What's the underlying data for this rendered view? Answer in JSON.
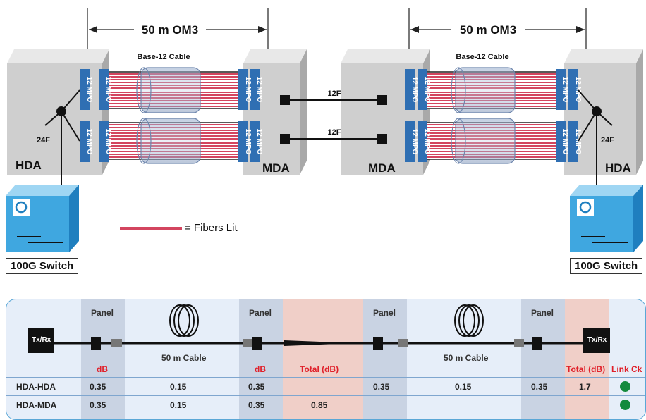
{
  "top_diagram": {
    "left_run": {
      "span_label": "50 m OM3",
      "cable_label": "Base-12 Cable"
    },
    "right_run": {
      "span_label": "50 m OM3",
      "cable_label": "Base-12 Cable"
    },
    "left_end": {
      "area": "HDA",
      "fiber_count": "24F",
      "switch": "100G Switch"
    },
    "left_mid": {
      "area": "MDA"
    },
    "right_mid": {
      "area": "MDA"
    },
    "right_end": {
      "area": "HDA",
      "fiber_count": "24F",
      "switch": "100G Switch"
    },
    "mpo_label": "12 MPO",
    "patch_labels": [
      "12F",
      "12F"
    ],
    "legend": "= Fibers Lit",
    "colors": {
      "lit_fiber": "#d3455f",
      "mpo": "#2f6fb3",
      "cabinet": "#cfcfcf"
    }
  },
  "loss_table": {
    "header": {
      "txrx": "Tx/Rx",
      "panel": "Panel",
      "cable": "50 m Cable",
      "db": "dB",
      "total": "Total (dB)",
      "link_check": "Link Ck"
    },
    "rows": [
      {
        "name": "HDA-HDA",
        "cells": [
          "0.35",
          "0.15",
          "0.35",
          "",
          "0.35",
          "0.15",
          "0.35",
          "1.7"
        ],
        "link_ok": true
      },
      {
        "name": "HDA-MDA",
        "cells": [
          "0.35",
          "0.15",
          "0.35",
          "0.85",
          "",
          "",
          "",
          ""
        ],
        "link_ok": true
      }
    ],
    "colors": {
      "panel_band": "#c9d3e3",
      "total_band": "#f0cfc8",
      "ok": "#138a3d",
      "db_text": "#e0202a"
    }
  }
}
